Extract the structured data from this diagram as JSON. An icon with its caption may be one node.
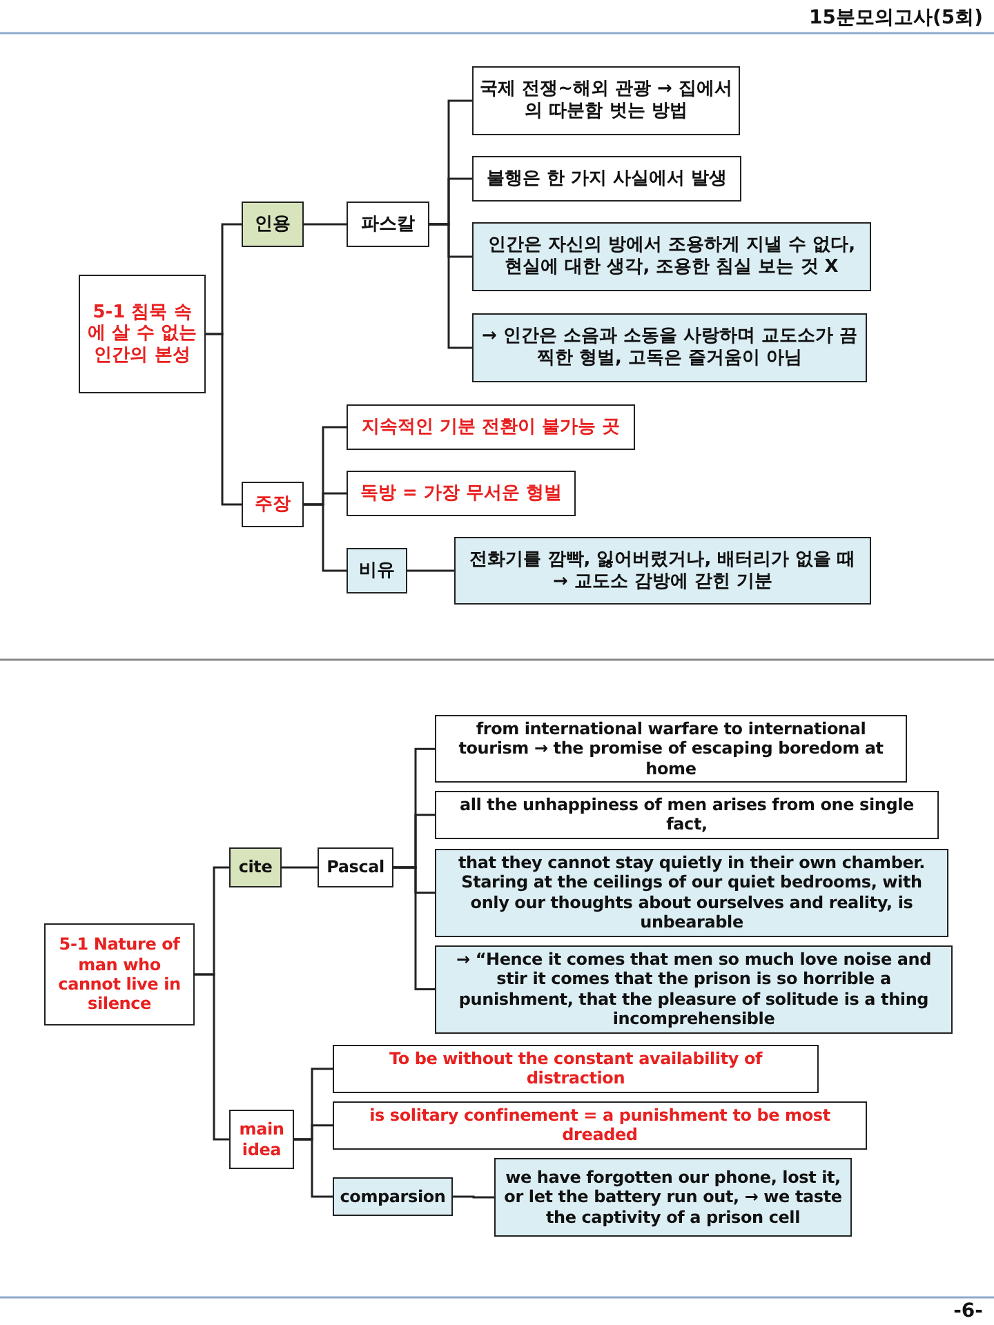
{
  "diagram": {
    "nodes": [
      {
        "text": [
          "5-1 침묵 속에 살 수 없는 인간의 본성"
        ]
      },
      {
        "text": [
          "인용"
        ]
      },
      {
        "text": [
          "파스칼"
        ]
      },
      {
        "text": [
          "국제 전쟁~해외 관광 → 집에서의 따분함 벗는 방법"
        ]
      },
      {
        "text": [
          "불행은 한 가지 사실에서 발생"
        ]
      },
      {
        "text": [
          "인간은 자신의 방에서 조용하게 지낼 수 없다, 현실에 대한 생각, 조용한 침실 보는 것 X"
        ]
      },
      {
        "text": [
          "→ 인간은 소음과 소동을 사랑하며 교도소가 끔찍한 형벌, 고독은 즐거움이 아님"
        ]
      },
      {
        "text": [
          "주장"
        ]
      },
      {
        "text": [
          "지속적인 기분 전환이 불가능 곳"
        ]
      },
      {
        "text": [
          "독방 = 가장 무서운 형벌"
        ]
      },
      {
        "text": [
          "비유"
        ]
      },
      {
        "text": [
          "전화기를 깜빡, 잃어버렸거나, 배터리가 없을 때 → 교도소 감방에 갇힌 기분"
        ]
      },
      {
        "text": [
          "5-1 Nature of man who cannot live in silence"
        ]
      },
      {
        "text": [
          "cite"
        ]
      },
      {
        "text": [
          "Pascal"
        ]
      },
      {
        "text": [
          "from international warfare to international tourism → the promise of escaping boredom at home"
        ]
      },
      {
        "text": [
          "all the unhappiness of men arises from one single fact,"
        ]
      },
      {
        "text": [
          "that they cannot stay quietly in their own chamber. Staring at the ceilings of our quiet bedrooms, with only our thoughts about ourselves and reality, is unbearable"
        ]
      },
      {
        "text": [
          "→ “Hence it comes that men so much love noise and stir it comes that the prison is so horrible a punishment, that the pleasure of solitude is a thing incomprehensible"
        ]
      },
      {
        "text": [
          "main idea"
        ]
      },
      {
        "text": [
          "To be without the constant availability of distraction"
        ]
      },
      {
        "text": [
          "is solitary confinement = a punishment to be most dreaded"
        ]
      },
      {
        "text": [
          "comparsion"
        ]
      },
      {
        "text": [
          "we have forgotten our phone, lost it, or let the battery run out, → we taste the captivity of a prison cell"
        ]
      }
    ],
    "edges": [
      {
        "from": 0,
        "to": 1,
        "arrow": "none"
      },
      {
        "from": 0,
        "to": 7,
        "arrow": "none"
      },
      {
        "from": 1,
        "to": 2,
        "arrow": "none"
      },
      {
        "from": 2,
        "to": 3,
        "arrow": "none"
      },
      {
        "from": 2,
        "to": 4,
        "arrow": "none"
      },
      {
        "from": 2,
        "to": 5,
        "arrow": "none"
      },
      {
        "from": 2,
        "to": 6,
        "arrow": "none"
      },
      {
        "from": 7,
        "to": 8,
        "arrow": "none"
      },
      {
        "from": 7,
        "to": 9,
        "arrow": "none"
      },
      {
        "from": 7,
        "to": 10,
        "arrow": "none"
      },
      {
        "from": 10,
        "to": 11,
        "arrow": "none"
      },
      {
        "from": 12,
        "to": 13,
        "arrow": "none"
      },
      {
        "from": 12,
        "to": 19,
        "arrow": "none"
      },
      {
        "from": 13,
        "to": 14,
        "arrow": "none"
      },
      {
        "from": 14,
        "to": 15,
        "arrow": "none"
      },
      {
        "from": 14,
        "to": 16,
        "arrow": "none"
      },
      {
        "from": 14,
        "to": 17,
        "arrow": "none"
      },
      {
        "from": 14,
        "to": 18,
        "arrow": "none"
      },
      {
        "from": 19,
        "to": 20,
        "arrow": "none"
      },
      {
        "from": 19,
        "to": 21,
        "arrow": "none"
      },
      {
        "from": 19,
        "to": 22,
        "arrow": "none"
      },
      {
        "from": 22,
        "to": 23,
        "arrow": "none"
      }
    ],
    "labels": [
      "15분모의고사(5회)",
      "-6-"
    ]
  }
}
